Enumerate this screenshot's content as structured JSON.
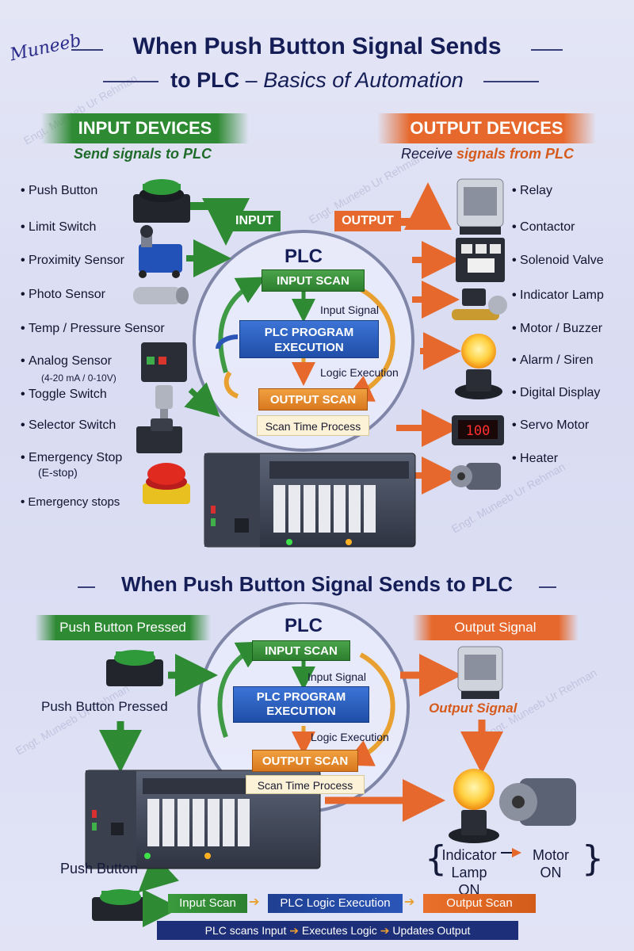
{
  "header": {
    "signature": "Muneeb",
    "title_line1": "When Push Button Signal Sends",
    "title_line2_bold": "to PLC",
    "title_line2_dash": " – ",
    "title_line2_italic": "Basics of Automation"
  },
  "input_section": {
    "banner": "INPUT DEVICES",
    "subtitle": "Send signals to PLC",
    "items": [
      "Push Button",
      "Limit Switch",
      "Proximity Sensor",
      "Photo Sensor",
      "Temp / Pressure Sensor",
      "Analog Sensor",
      "Toggle Switch",
      "Selector Switch",
      "Emergency Stop",
      "Emergency stops"
    ],
    "analog_note": "(4-20 mA / 0-10V)",
    "estop_note": "(E-stop)"
  },
  "output_section": {
    "banner": "OUTPUT DEVICES",
    "subtitle_a": "Receive ",
    "subtitle_b": "signals from PLC",
    "items": [
      "Relay",
      "Contactor",
      "Solenoid Valve",
      "Indicator Lamp",
      "Motor / Buzzer",
      "Alarm / Siren",
      "Digital Display",
      "Servo Motor",
      "Heater"
    ]
  },
  "arrows": {
    "input": "INPUT",
    "output": "OUTPUT"
  },
  "plc_cycle": {
    "title": "PLC",
    "input_scan": "INPUT SCAN",
    "input_signal": "Input Signal",
    "program_line1": "PLC PROGRAM",
    "program_line2": "EXECUTION",
    "logic_execution": "Logic Execution",
    "output_scan": "OUTPUT SCAN",
    "scan_time": "Scan Time Process"
  },
  "display_value": "100",
  "bottom": {
    "title": "When Push Button Signal Sends to PLC",
    "banner_left": "Push Button Pressed",
    "banner_right": "Output Signal",
    "pressed_label": "Push Button Pressed",
    "output_signal_label": "Output Signal",
    "push_button_label": "Push Button",
    "lamp_line1": "Indicator",
    "lamp_line2": "Lamp ON",
    "motor_line1": "Motor",
    "motor_line2": "ON",
    "flow": [
      "Input Scan",
      "PLC Logic Execution",
      "Output Scan"
    ],
    "strip": [
      "PLC scans Input",
      "Executes Logic",
      "Updates Output"
    ]
  },
  "watermark": "Engt. Muneeb Ur Rehman",
  "colors": {
    "green": "#2f8a34",
    "orange": "#e6682c",
    "blue": "#1f4ea8",
    "navy": "#151d57"
  }
}
